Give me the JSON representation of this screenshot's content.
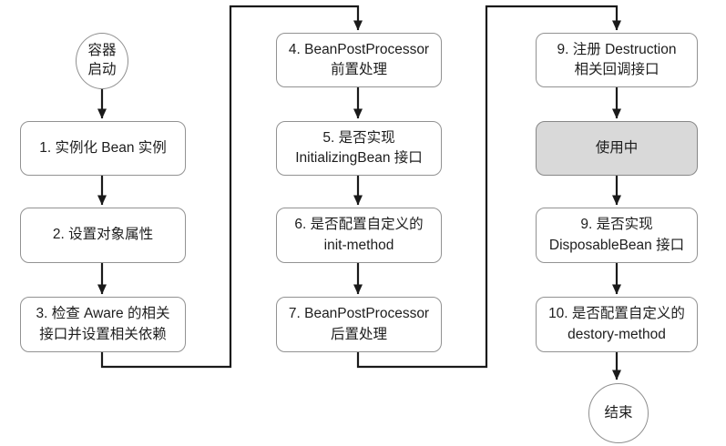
{
  "diagram_type": "flowchart",
  "colors": {
    "background": "#ffffff",
    "node_fill": "#ffffff",
    "node_border": "#929292",
    "state_fill": "#d9d9d9",
    "state_border": "#878787",
    "arrow": "#1a1a1a",
    "text": "#1d1d1d"
  },
  "nodes": {
    "start": {
      "label": "容器\n启动",
      "type": "start"
    },
    "step1": {
      "label": "1. 实例化 Bean 实例",
      "type": "process"
    },
    "step2": {
      "label": "2. 设置对象属性",
      "type": "process"
    },
    "step3": {
      "label": "3. 检查 Aware 的相关\n接口并设置相关依赖",
      "type": "process"
    },
    "step4": {
      "label": "4. BeanPostProcessor\n前置处理",
      "type": "process"
    },
    "step5": {
      "label": "5. 是否实现\nInitializingBean 接口",
      "type": "process"
    },
    "step6": {
      "label": "6. 是否配置自定义的\ninit-method",
      "type": "process"
    },
    "step7": {
      "label": "7. BeanPostProcessor\n后置处理",
      "type": "process"
    },
    "step9_register": {
      "label": "9. 注册 Destruction\n相关回调接口",
      "type": "process"
    },
    "in_use": {
      "label": "使用中",
      "type": "state"
    },
    "step9_disposable": {
      "label": "9. 是否实现\nDisposableBean 接口",
      "type": "process"
    },
    "step10": {
      "label": "10. 是否配置自定义的\ndestory-method",
      "type": "process"
    },
    "end": {
      "label": "结束",
      "type": "end"
    }
  },
  "edges": [
    {
      "from": "start",
      "to": "step1"
    },
    {
      "from": "step1",
      "to": "step2"
    },
    {
      "from": "step2",
      "to": "step3"
    },
    {
      "from": "step3",
      "to": "step4"
    },
    {
      "from": "step4",
      "to": "step5"
    },
    {
      "from": "step5",
      "to": "step6"
    },
    {
      "from": "step6",
      "to": "step7"
    },
    {
      "from": "step7",
      "to": "step9_register"
    },
    {
      "from": "step9_register",
      "to": "in_use"
    },
    {
      "from": "in_use",
      "to": "step9_disposable"
    },
    {
      "from": "step9_disposable",
      "to": "step10"
    },
    {
      "from": "step10",
      "to": "end"
    }
  ]
}
